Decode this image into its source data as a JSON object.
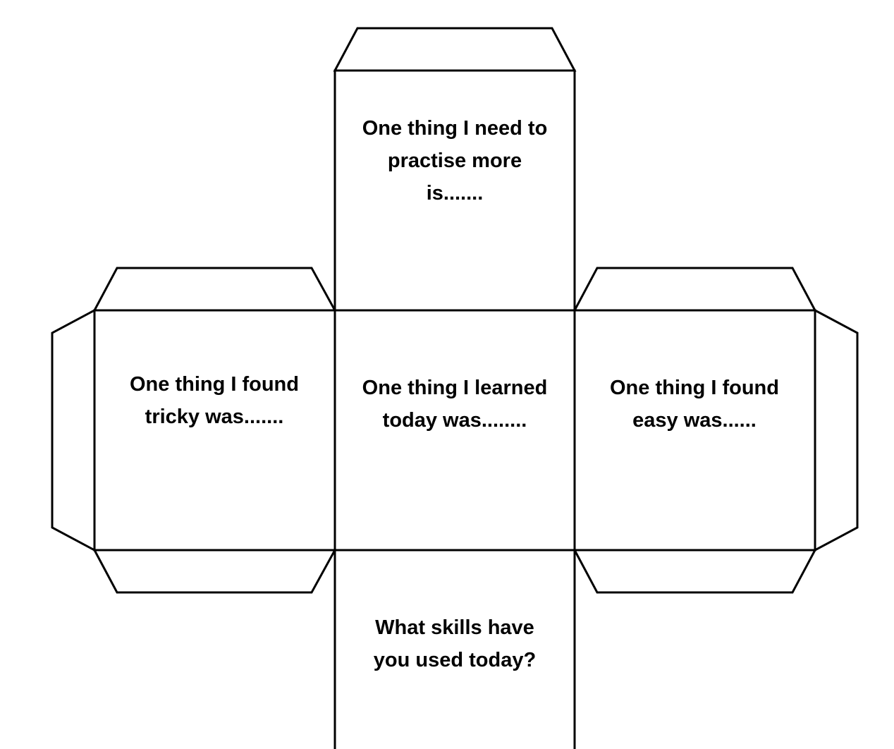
{
  "faces": {
    "top": [
      "One thing I need to",
      "practise more",
      "is......."
    ],
    "left": [
      "One thing I found",
      "tricky was......."
    ],
    "center": [
      "One thing I learned",
      "today was........"
    ],
    "right": [
      "One thing I found",
      "easy was......"
    ],
    "bottom": [
      "What skills have",
      "you used today?"
    ]
  }
}
